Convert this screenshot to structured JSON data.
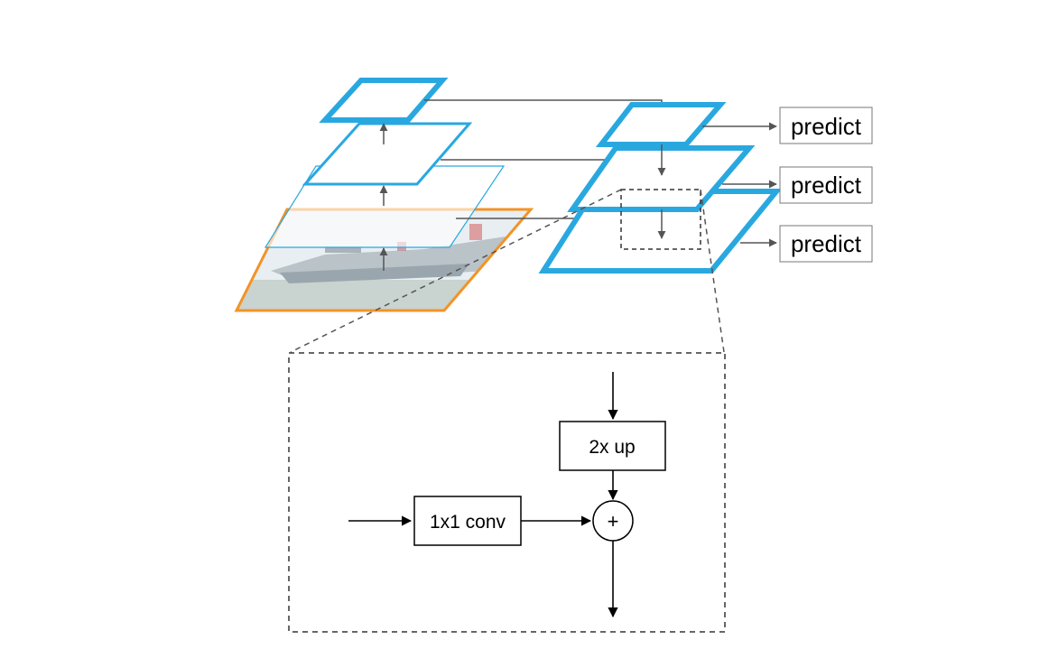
{
  "labels": {
    "predict_top": "predict",
    "predict_mid": "predict",
    "predict_bot": "predict",
    "upsample": "2x up",
    "lateral_conv": "1x1 conv",
    "merge_op": "+"
  },
  "colors": {
    "pyramid_blue": "#29a8e0",
    "image_orange": "#f39325",
    "arrow_gray": "#555555",
    "box_stroke": "#000000"
  }
}
